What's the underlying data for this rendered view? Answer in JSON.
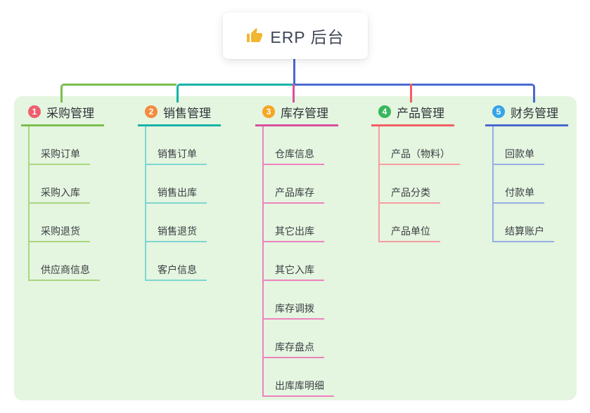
{
  "root": {
    "title": "ERP 后台",
    "icon": "thumbs-up-icon",
    "icon_color": "#f2b632",
    "line_color": "#4a69cf"
  },
  "canvas": {
    "background": "#e4f5e0"
  },
  "branches": [
    {
      "number": "1",
      "label": "采购管理",
      "badge_color": "#ee5e6e",
      "line_color": "#7cbe50",
      "light_color": "#abd67f",
      "children": [
        "采购订单",
        "采购入库",
        "采购退货",
        "供应商信息"
      ]
    },
    {
      "number": "2",
      "label": "销售管理",
      "badge_color": "#f58a3d",
      "line_color": "#17b3a8",
      "light_color": "#7fd6d0",
      "children": [
        "销售订单",
        "销售出库",
        "销售退货",
        "客户信息"
      ]
    },
    {
      "number": "3",
      "label": "库存管理",
      "badge_color": "#f6a623",
      "line_color": "#d84f9f",
      "light_color": "#ee82bd",
      "children": [
        "仓库信息",
        "产品库存",
        "其它出库",
        "其它入库",
        "库存调拨",
        "库存盘点",
        "出库库明细"
      ]
    },
    {
      "number": "4",
      "label": "产品管理",
      "badge_color": "#38b75c",
      "line_color": "#f25f63",
      "light_color": "#f79da0",
      "children": [
        "产品（物料）",
        "产品分类",
        "产品单位"
      ]
    },
    {
      "number": "5",
      "label": "财务管理",
      "badge_color": "#35a4e9",
      "line_color": "#4a69cf",
      "light_color": "#97aee3",
      "children": [
        "回款单",
        "付款单",
        "结算账户"
      ]
    }
  ]
}
